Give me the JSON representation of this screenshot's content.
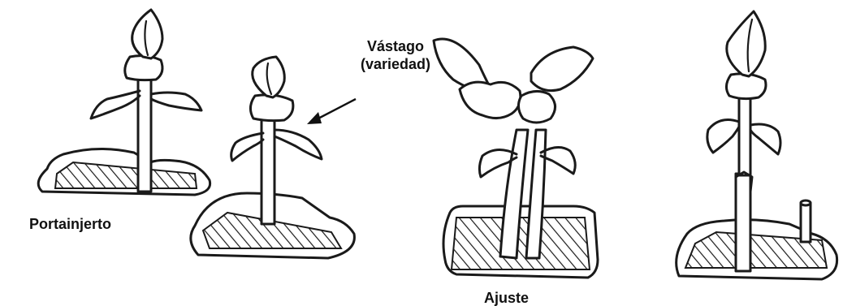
{
  "labels": {
    "scion_line1": "Vástago",
    "scion_line2": "(variedad)",
    "rootstock": "Portainjerto",
    "fit": "Ajuste"
  },
  "colors": {
    "ink": "#1a1a1a",
    "background": "#ffffff"
  }
}
